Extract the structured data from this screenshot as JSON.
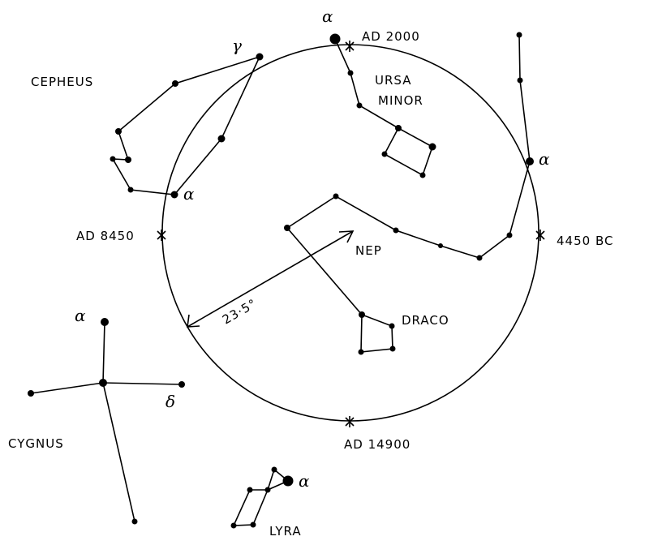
{
  "diagram": {
    "constellations": {
      "cepheus": "CEPHEUS",
      "ursa_minor_1": "URSA",
      "ursa_minor_2": "MINOR",
      "draco": "DRACO",
      "cygnus": "CYGNUS",
      "lyra": "LYRA"
    },
    "pole_label": "NEP",
    "angle_label": "23·5°",
    "epochs": {
      "top": "AD 2000",
      "left": "AD 8450",
      "right": "4450 BC",
      "bottom": "AD 14900"
    },
    "star_labels": {
      "polaris_alpha": "α",
      "cepheus_gamma": "γ",
      "cepheus_alpha": "α",
      "thuban_alpha": "α",
      "cygnus_alpha": "α",
      "cygnus_delta": "δ",
      "lyra_alpha": "α"
    }
  }
}
